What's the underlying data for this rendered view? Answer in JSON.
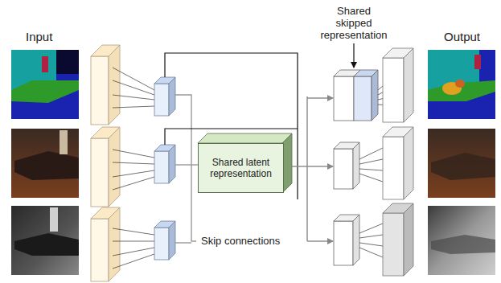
{
  "diagram": {
    "nodes": [
      {
        "text": [
          "Shared latent representation"
        ]
      }
    ],
    "labels": [
      "Input",
      "Output",
      "Shared skipped representation",
      "Skip connections"
    ]
  }
}
